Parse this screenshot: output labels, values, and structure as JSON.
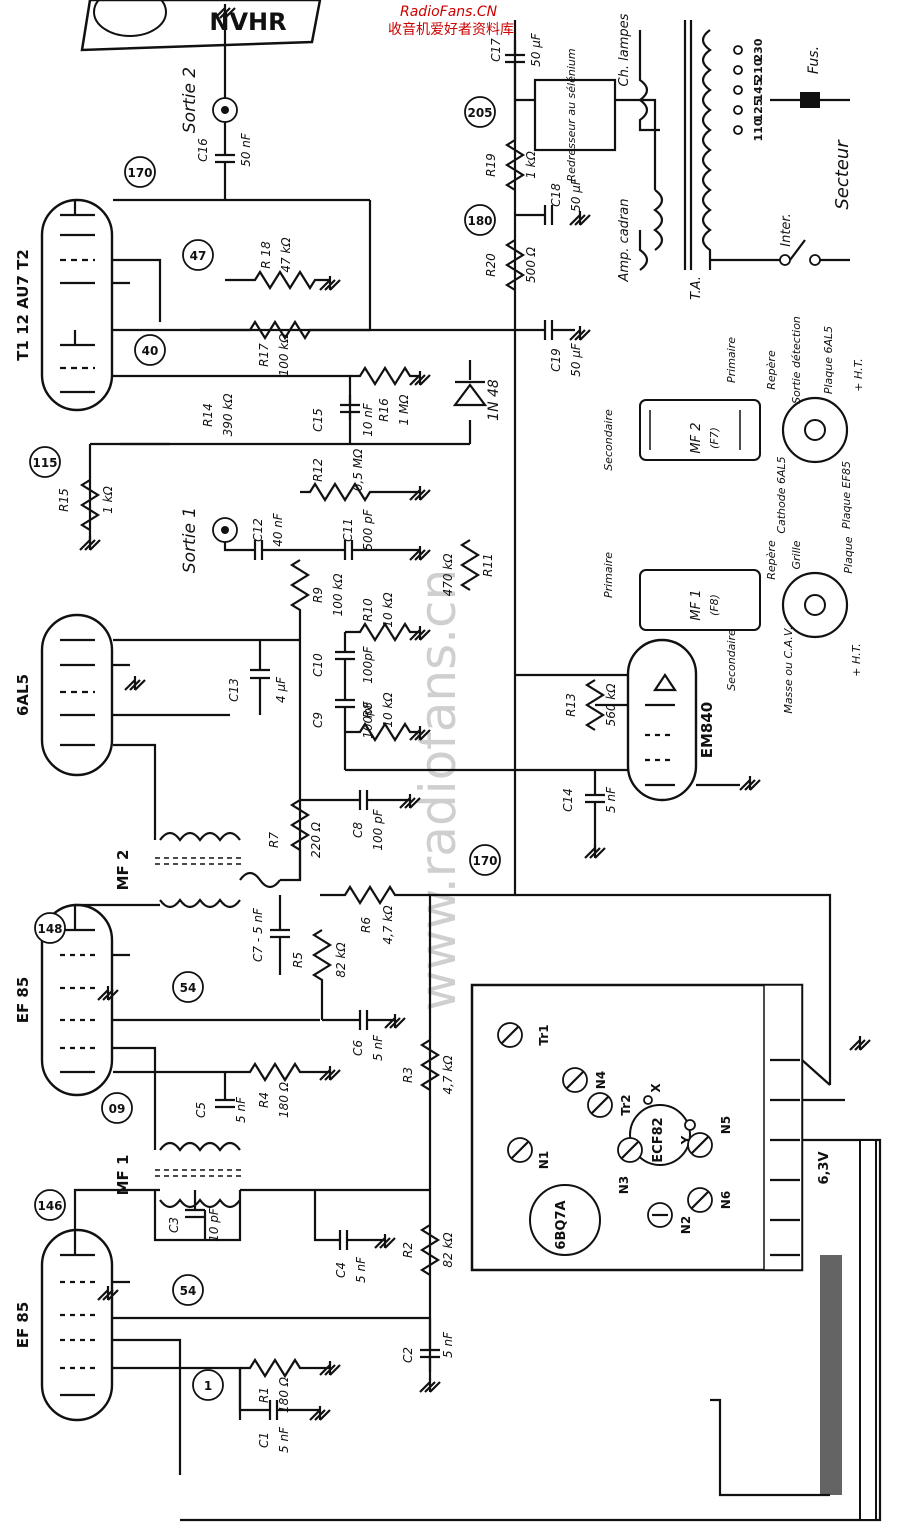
{
  "watermark": {
    "site": "RadioFans.CN",
    "caption": "收音机爱好者资料库",
    "center": "www.radiofans.cn"
  },
  "header": {
    "brand": "NVHR"
  },
  "tubes": {
    "t12au7": "T1 12 AU7 T2",
    "al5": "6AL5",
    "ef85_top": "EF 85",
    "ef85_bottom": "EF 85",
    "em840": "EM840"
  },
  "transformers": {
    "mf1": "MF 1",
    "mf2": "MF 2"
  },
  "outputs": {
    "sortie1": "Sortie 1",
    "sortie2": "Sortie 2"
  },
  "nodes": [
    "170",
    "47",
    "40",
    "115",
    "205",
    "180",
    "148",
    "54",
    "09",
    "146",
    "54",
    "1",
    "170"
  ],
  "components": {
    "C16": "C16",
    "C16v": "50 nF",
    "R18": "R 18",
    "R18v": "47 kΩ",
    "R17": "R17",
    "R17v": "100 kΩ",
    "R14": "R14",
    "R14v": "390 kΩ",
    "C15": "C15",
    "C15v": "10 nF",
    "R16": "R16",
    "R16v": "1 MΩ",
    "R15": "R15",
    "R15v": "1 kΩ",
    "R12": "R12",
    "R12v": "0,5 MΩ",
    "C12": "C12",
    "C12v": "40 nF",
    "C11": "C11",
    "C11v": "500 pF",
    "R9": "R9",
    "R9v": "100 kΩ",
    "R10": "R10",
    "R10v": "10 kΩ",
    "C10": "C10",
    "C10v": "100pF",
    "C9": "C9",
    "C9v": "100pF",
    "R8": "R8",
    "R8v": "10 kΩ",
    "C13": "C13",
    "C13v": "4 μF",
    "R11": "R11",
    "R11v": "470 kΩ",
    "D1": "1N 48",
    "R7": "R7",
    "R7v": "220 Ω",
    "C8": "C8",
    "C8v": "100 pF",
    "C7": "C7 - 5 nF",
    "R5": "R5",
    "R5v": "82 kΩ",
    "R6": "R6",
    "R6v": "4,7 kΩ",
    "C6": "C6",
    "C6v": "5 nF",
    "R4": "R4",
    "R4v": "180 Ω",
    "C5": "C5",
    "C5v": "5 nF",
    "R3": "R3",
    "R3v": "4,7 kΩ",
    "C3": "C3",
    "C3v": "10 pF",
    "C4": "C4",
    "C4v": "5 nF",
    "R2": "R2",
    "R2v": "82 kΩ",
    "C2": "C2",
    "C2v": "5 nF",
    "R1": "R1",
    "R1v": "180 Ω",
    "C1": "C1",
    "C1v": "5 nF",
    "C17": "C17",
    "C17v": "50 μF",
    "R19": "R19",
    "R19v": "1 kΩ",
    "C18": "C18",
    "C18v": "50 μF",
    "R20": "R20",
    "R20v": "500 Ω",
    "C19": "C19",
    "C19v": "50 μF",
    "R13": "R13",
    "R13v": "560 kΩ",
    "C14": "C14",
    "C14v": "5 nF"
  },
  "power": {
    "rectifier": "Redresseur au sélénium",
    "lamps": "Ch. lampes",
    "dial": "Amp. cadran",
    "ta": "T.A.",
    "taps": [
      "110",
      "125",
      "145",
      "210",
      "230"
    ],
    "fuse": "Fus.",
    "mains": "Secteur",
    "switch": "Inter."
  },
  "mf2_base": {
    "name": "MF 2",
    "code": "(F7)",
    "primary": "Primaire",
    "secondary": "Secondaire",
    "repere": "Repère",
    "detect": "Sortie détection",
    "plaque": "Plaque 6AL5",
    "ht": "+ H.T.",
    "cathode": "Cathode 6AL5",
    "plaque_ef85": "Plaque EF85"
  },
  "mf1_base": {
    "name": "MF 1",
    "code": "(F8)",
    "primary": "Primaire",
    "secondary": "Secondaire",
    "repere": "Repère",
    "grille": "Grille",
    "plaque": "Plaque",
    "masse": "Masse ou C.A.V.",
    "ht": "+ H.T."
  },
  "tuner": {
    "tr1": "Tr1",
    "tr2": "Tr2",
    "n1": "N1",
    "n2": "N2",
    "n3": "N3",
    "n4": "N4",
    "n5": "N5",
    "n6": "N6",
    "x": "X",
    "y": "Y",
    "ecf82": "ECF82",
    "b6bq7a": "6BQ7A",
    "heater": "6,3V"
  }
}
